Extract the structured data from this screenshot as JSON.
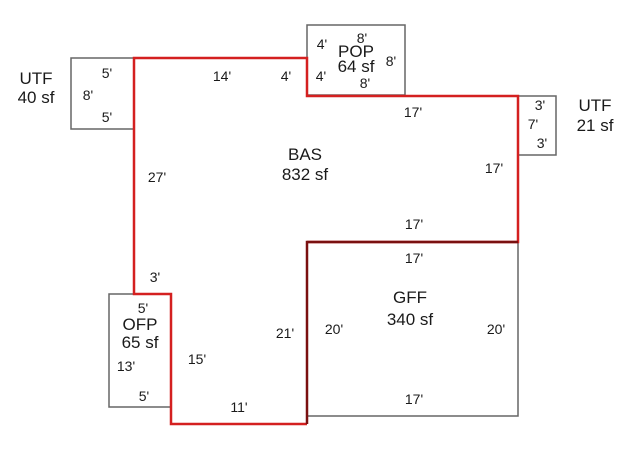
{
  "areas": {
    "bas": {
      "code": "BAS",
      "area": "832 sf"
    },
    "gff": {
      "code": "GFF",
      "area": "340 sf"
    },
    "pop": {
      "code": "POP",
      "area": "64 sf"
    },
    "utf_left": {
      "code": "UTF",
      "area": "40 sf"
    },
    "utf_right": {
      "code": "UTF",
      "area": "21 sf"
    },
    "ofp": {
      "code": "OFP",
      "area": "65 sf"
    }
  },
  "dimensions": {
    "bas_top_left": "14'",
    "bas_top_right": "4'",
    "bas_left": "27'",
    "bas_left_small": "3'",
    "bas_right_top": "17'",
    "bas_right_side": "17'",
    "bas_bottom": "17'",
    "bas_inner_left": "15'",
    "bas_bottom_left": "11'",
    "bas_inner_vertical": "21'",
    "gff_top": "17'",
    "gff_left": "20'",
    "gff_right": "20'",
    "gff_bottom": "17'",
    "pop_top": "8'",
    "pop_right": "8'",
    "pop_bottom": "8'",
    "pop_left_top": "4'",
    "pop_left_bottom": "4'",
    "utf_left_top": "5'",
    "utf_left_side": "8'",
    "utf_left_bottom": "5'",
    "utf_right_top": "3'",
    "utf_right_side": "7'",
    "utf_right_bottom": "3'",
    "ofp_top": "5'",
    "ofp_side": "13'",
    "ofp_bottom": "5'"
  },
  "colors": {
    "main_outline": "#d42020",
    "shared_wall": "#7a1010",
    "addition_outline": "#666666"
  }
}
